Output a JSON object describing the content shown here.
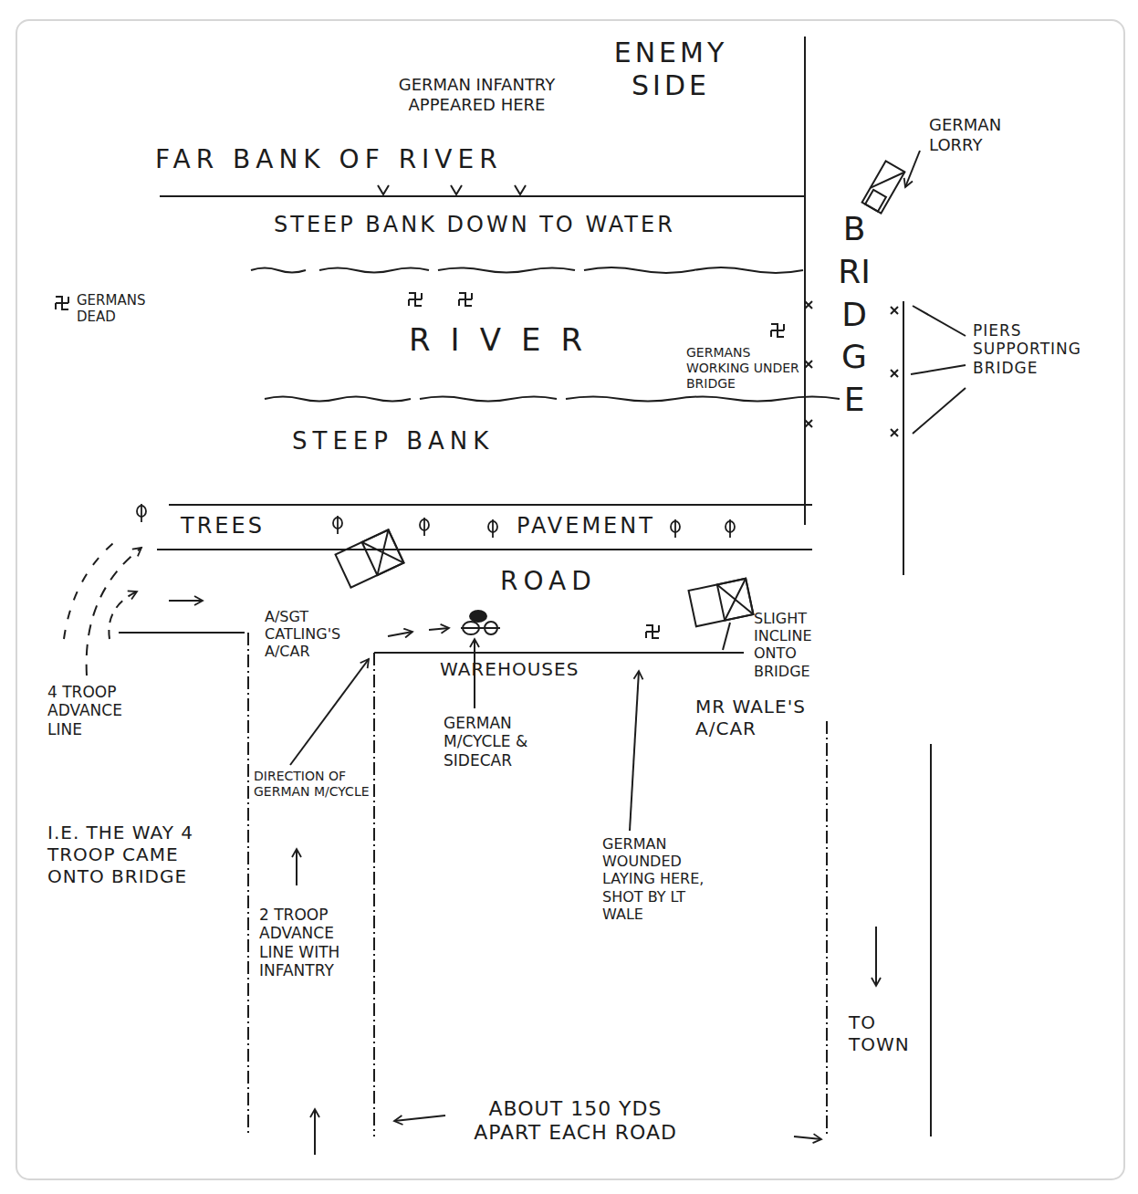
{
  "diagram": {
    "labels": [
      "ENEMY SIDE",
      "GERMAN INFANTRY APPEARED HERE",
      "FAR BANK OF RIVER",
      "GERMAN LORRY",
      "STEEP BANK DOWN TO WATER",
      "BRIDGE",
      "GERMANS DEAD",
      "RIVER",
      "GERMANS WORKING UNDER BRIDGE",
      "PIERS SUPPORTING BRIDGE",
      "STEEP BANK",
      "TREES",
      "PAVEMENT",
      "ROAD",
      "A/SGT CATLING'S A/CAR",
      "WAREHOUSES",
      "SLIGHT INCLINE ONTO BRIDGE",
      "MR WALE'S A/CAR",
      "4 TROOP ADVANCE LINE",
      "I.E. THE WAY 4 TROOP CAME ONTO BRIDGE",
      "DIRECTION OF GERMAN M/CYCLE",
      "GERMAN M/CYCLE & SIDECAR",
      "2 TROOP ADVANCE LINE WITH INFANTRY",
      "GERMAN WOUNDED LAYING HERE, SHOT BY LT WALE",
      "TO TOWN",
      "ABOUT 150 YDS APART EACH ROAD"
    ]
  }
}
